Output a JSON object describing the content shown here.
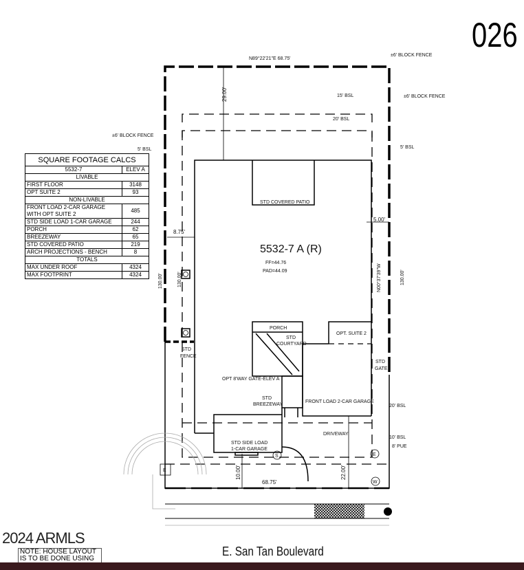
{
  "lot_number": "026",
  "street_name": "E. San Tan Boulevard",
  "watermark": "2024 ARMLS",
  "note": "NOTE: HOUSE LAYOUT IS TO BE DONE USING",
  "plan": {
    "house_label": "5532-7 A (R)",
    "ff": "FF=44.76",
    "pad": "PAD=44.09",
    "top_bearing": "N89°22'21\"E  68.75'",
    "right_bearing": "N00°37'39\"W",
    "labels": {
      "block_fence_top": "±6' BLOCK FENCE",
      "block_fence_right": "±6' BLOCK FENCE",
      "block_fence_left": "±6' BLOCK FENCE",
      "bsl_15": "15' BSL",
      "bsl_20_top": "20' BSL",
      "bsl_5_left": "5' BSL",
      "bsl_5_right": "5' BSL",
      "bsl_20_bottom": "20' BSL",
      "bsl_10": "10' BSL",
      "pue_8": "8' PUE",
      "covered_patio": "STD COVERED PATIO",
      "porch": "PORCH",
      "courtyard_1": "STD",
      "courtyard_2": "COURTYARD",
      "opt_suite": "OPT. SUITE 2",
      "std_fence_1": "STD",
      "std_fence_2": "FENCE",
      "std_gate_1": "STD",
      "std_gate_2": "GATE",
      "gate_opt": "OPT 8'WAY GATE-ELEV A",
      "breezeway_1": "STD",
      "breezeway_2": "BREEZEWAY",
      "front_garage": "FRONT LOAD 2-CAR GARAGE",
      "driveway": "DRIVEWAY",
      "side_garage_1": "STD SIDE LOAD",
      "side_garage_2": "1-CAR GARAGE",
      "marker_s": "S",
      "marker_e1": "E",
      "marker_e2": "E",
      "marker_w": "W"
    },
    "dimensions": {
      "front_setback": "29.00'",
      "left_side": "8.75'",
      "right_side": "5.00'",
      "left_depth_outer": "130.00'",
      "left_depth_inner": "130.00'",
      "right_depth": "130.00'",
      "front_10": "10.00'",
      "front_width": "68.75'",
      "driveway_22": "22.00'"
    }
  },
  "sqft_table": {
    "title": "SQUARE FOOTAGE CALCS",
    "plan": "5532-7",
    "elev": "ELEV A",
    "sections": [
      {
        "header": "LIVABLE",
        "rows": [
          [
            "FIRST FLOOR",
            "3148"
          ],
          [
            "OPT SUITE 2",
            "93"
          ]
        ]
      },
      {
        "header": "NON-LIVABLE",
        "rows": [
          [
            "FRONT LOAD 2-CAR GARAGE WITH OPT SUITE 2",
            "485"
          ],
          [
            "STD SIDE LOAD 1-CAR GARAGE",
            "244"
          ],
          [
            "PORCH",
            "62"
          ],
          [
            "BREEZEWAY",
            "65"
          ],
          [
            "STD COVERED PATIO",
            "219"
          ],
          [
            "ARCH PROJECTIONS - BENCH",
            "8"
          ]
        ]
      },
      {
        "header": "TOTALS",
        "rows": [
          [
            "MAX UNDER ROOF",
            "4324"
          ],
          [
            "MAX FOOTPRINT",
            "4324"
          ]
        ]
      }
    ]
  }
}
